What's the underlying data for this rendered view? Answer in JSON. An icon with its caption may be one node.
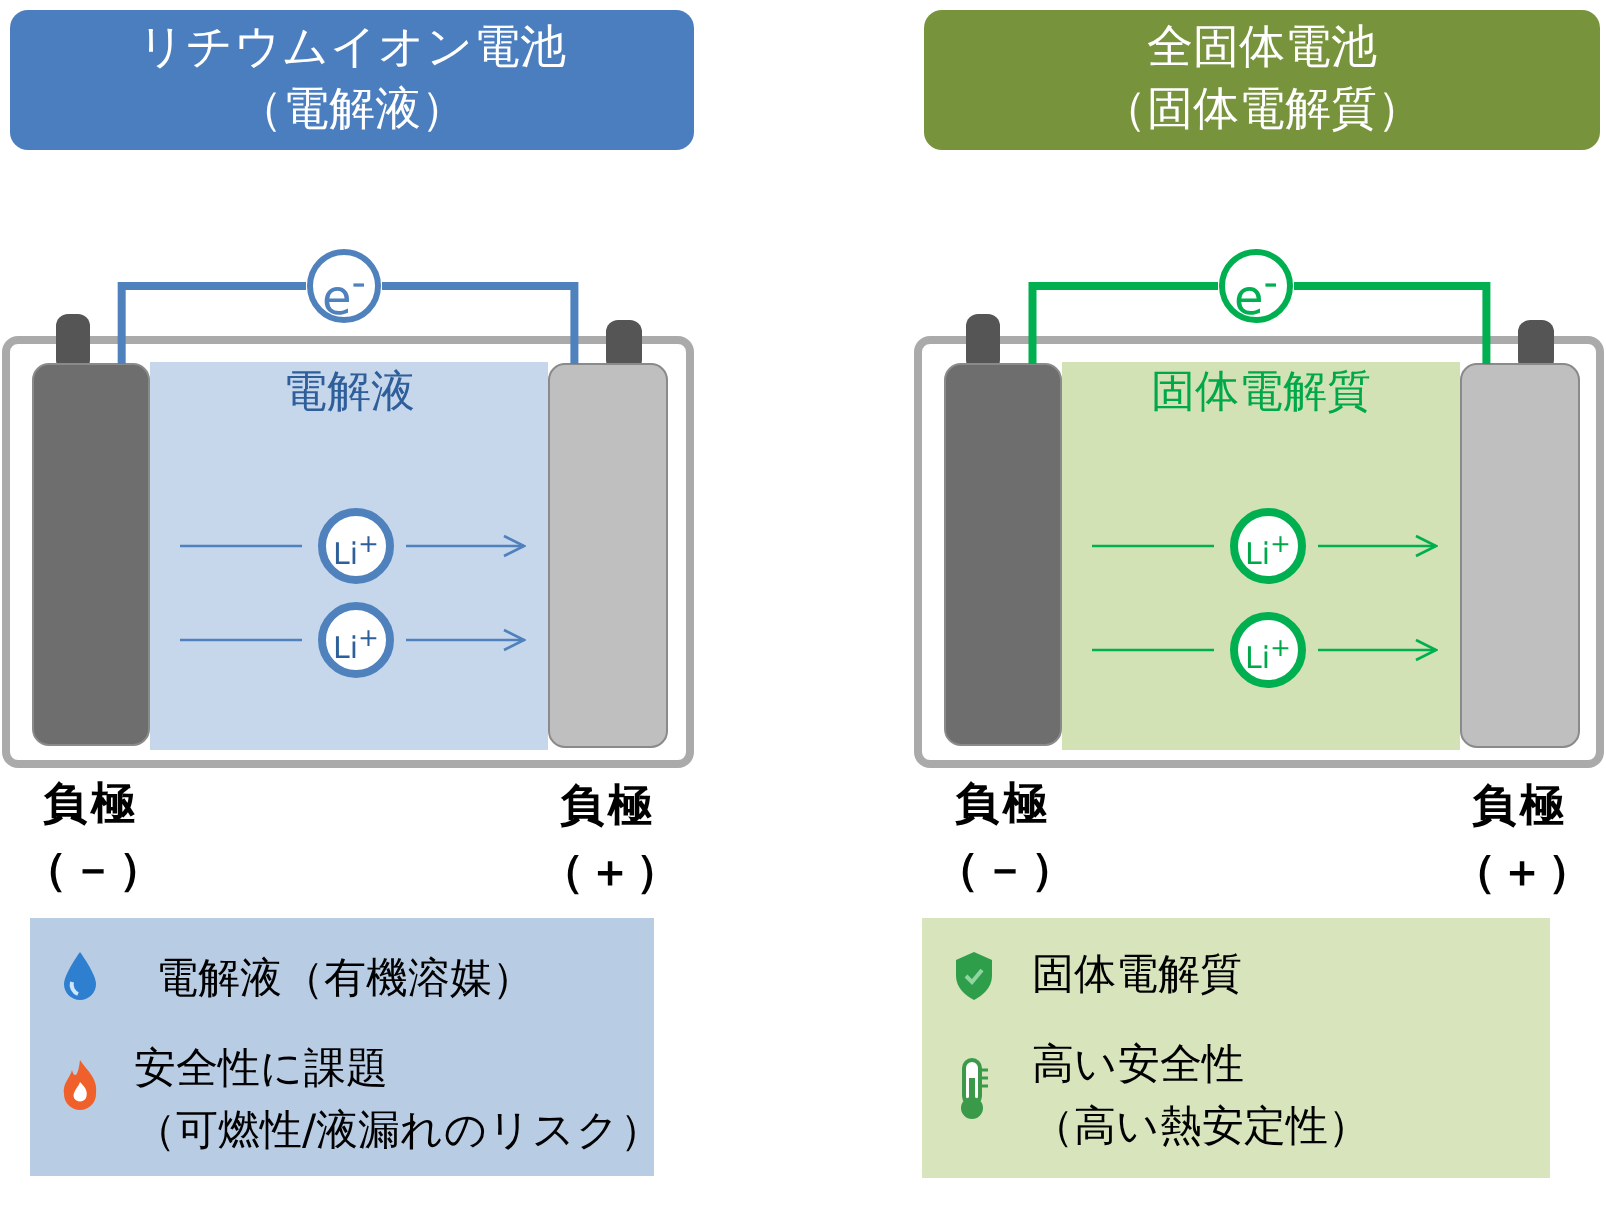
{
  "diagram": {
    "nodes": [
      {
        "text": [
          "リチウムイオン電池",
          "（電解液）"
        ]
      },
      {
        "text": [
          "電解液"
        ]
      },
      {
        "text": [],
        "shape": "bar",
        "beside": [
          "負極（－）"
        ]
      },
      {
        "text": [],
        "shape": "bar",
        "beside": [
          "負極（＋）"
        ]
      },
      {
        "text": [
          "e$^{-}$"
        ]
      },
      {
        "text": [
          "Li$^{+}$"
        ],
        "in": 1
      },
      {
        "text": [
          "Li$^{+}$"
        ],
        "in": 1
      },
      {
        "text": [
          "電解液（有機溶媒）",
          "安全性に課題",
          "（可燃性/液漏れのリスク）"
        ]
      },
      {
        "text": [
          "全固体電池",
          "（固体電解質）"
        ]
      },
      {
        "text": [
          "固体電解質"
        ]
      },
      {
        "text": [],
        "shape": "bar",
        "beside": [
          "負極（－）"
        ]
      },
      {
        "text": [],
        "shape": "bar",
        "beside": [
          "負極（＋）"
        ]
      },
      {
        "text": [
          "e$^{-}$"
        ]
      },
      {
        "text": [
          "Li$^{+}$"
        ],
        "in": 9
      },
      {
        "text": [
          "Li$^{+}$"
        ],
        "in": 9
      },
      {
        "text": [
          "固体電解質",
          "高い安全性",
          "（高い熱安定性）"
        ]
      }
    ],
    "edges": [
      {
        "from": 2,
        "to": 4,
        "arrow": "none",
        "style": "thick",
        "color": "#4f81bd"
      },
      {
        "from": 4,
        "to": 3,
        "arrow": "none",
        "style": "thick",
        "color": "#4f81bd"
      },
      {
        "from": 2,
        "to": 5,
        "arrow": "none",
        "color": "#4f81bd"
      },
      {
        "from": 5,
        "to": 3,
        "arrow": "to",
        "color": "#4f81bd"
      },
      {
        "from": 2,
        "to": 6,
        "arrow": "none",
        "color": "#4f81bd"
      },
      {
        "from": 6,
        "to": 3,
        "arrow": "to",
        "color": "#4f81bd"
      },
      {
        "from": 10,
        "to": 12,
        "arrow": "none",
        "style": "thick",
        "color": "#00b050"
      },
      {
        "from": 12,
        "to": 11,
        "arrow": "none",
        "style": "thick",
        "color": "#00b050"
      },
      {
        "from": 10,
        "to": 13,
        "arrow": "none",
        "color": "#00b050"
      },
      {
        "from": 13,
        "to": 11,
        "arrow": "to",
        "color": "#00b050"
      },
      {
        "from": 10,
        "to": 14,
        "arrow": "none",
        "color": "#00b050"
      },
      {
        "from": 14,
        "to": 11,
        "arrow": "to",
        "color": "#00b050"
      }
    ]
  }
}
